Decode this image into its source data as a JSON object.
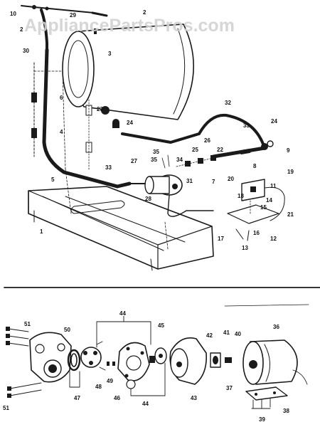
{
  "watermark": "AppliancePartsPros.com",
  "labels": {
    "top": {
      "l1": "1",
      "l2a": "2",
      "l2b": "2",
      "l3": "3",
      "l4": "4",
      "l5": "5",
      "l6": "6",
      "l7": "7",
      "l8": "8",
      "l9": "9",
      "l10": "10",
      "l11": "11",
      "l12": "12",
      "l13": "13",
      "l14": "14",
      "l15": "15",
      "l16": "16",
      "l17": "17",
      "l18": "18",
      "l19": "19",
      "l20": "20",
      "l21": "21",
      "l22": "22",
      "l23": "23",
      "l24a": "24",
      "l24b": "24",
      "l25": "25",
      "l26": "26",
      "l27": "27",
      "l28": "28",
      "l29": "29",
      "l30": "30",
      "l31": "31",
      "l32": "32",
      "l33a": "33",
      "l33b": "33",
      "l34": "34",
      "l35a": "35",
      "l35b": "35"
    },
    "bottom": {
      "l36": "36",
      "l37": "37",
      "l38": "38",
      "l39": "39",
      "l40": "40",
      "l41": "41",
      "l42": "42",
      "l43": "43",
      "l44a": "44",
      "l44b": "44",
      "l45": "45",
      "l46": "46",
      "l47": "47",
      "l48": "48",
      "l49": "49",
      "l50": "50",
      "l51a": "51",
      "l51b": "51"
    }
  }
}
